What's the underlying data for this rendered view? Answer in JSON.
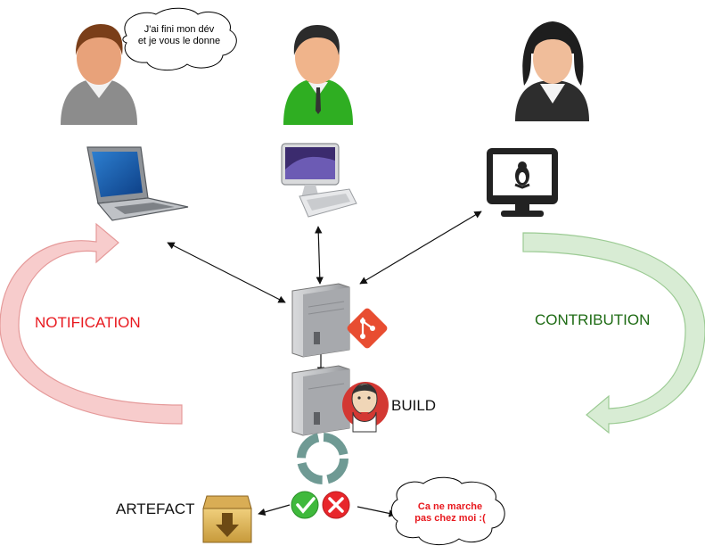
{
  "labels": {
    "notification": "NOTIFICATION",
    "contribution": "CONTRIBUTION",
    "build": "BUILD",
    "artefact": "ARTEFACT"
  },
  "bubbles": {
    "developer_line1": "J'ai fini mon dév",
    "developer_line2": "et je vous le donne",
    "failure_line1": "Ca ne marche",
    "failure_line2": "pas chez moi :("
  },
  "colors": {
    "notification": "#e8191f",
    "contribution": "#1e6b14",
    "git": "#e84d31",
    "jenkins": "#d33833",
    "success": "#3fb93c",
    "failure": "#e8262b"
  }
}
